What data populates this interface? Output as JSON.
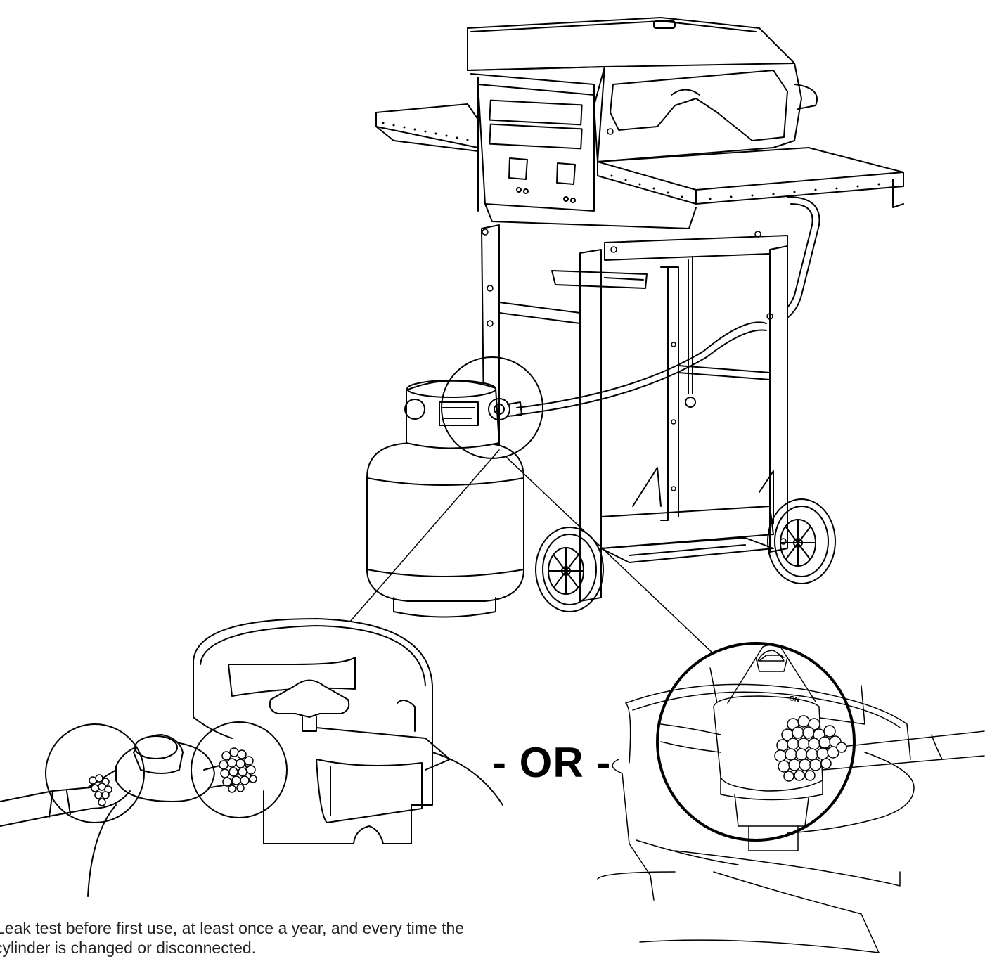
{
  "or_label": "- OR -",
  "caption": {
    "line1": "Leak test before first use, at least once a year, and every time the",
    "line2": "cylinder is changed or disconnected."
  },
  "icons": [
    "grill-illustration",
    "propane-cylinder-illustration",
    "regulator-detail-illustration",
    "valve-detail-illustration",
    "soap-bubbles"
  ],
  "colors": {
    "line": "#000000",
    "background": "#ffffff"
  }
}
